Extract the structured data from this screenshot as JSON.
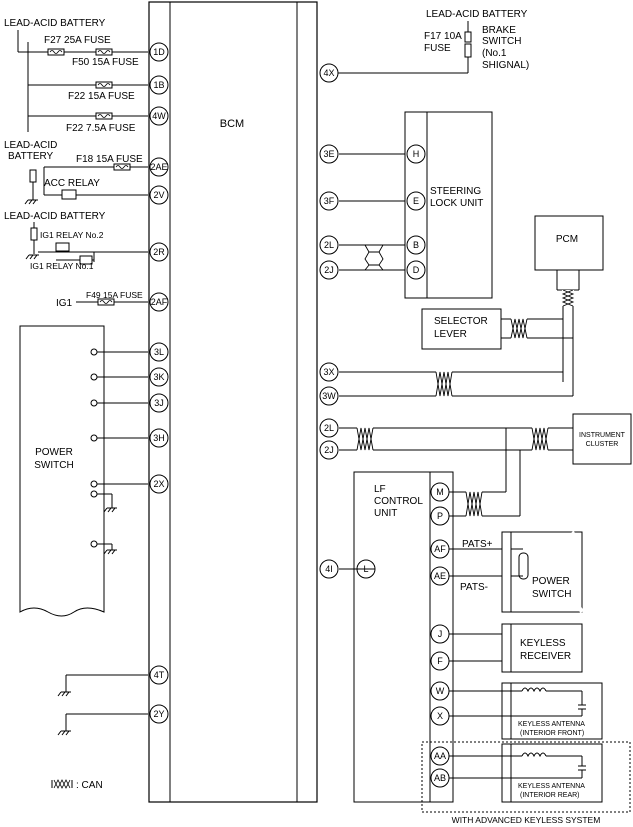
{
  "bcm": {
    "title": "BCM"
  },
  "left_supplies": {
    "battery_top": "LEAD-ACID BATTERY",
    "f27": "F27 25A FUSE",
    "f50": "F50 15A FUSE",
    "f22a": "F22 15A FUSE",
    "f22b": "F22 7.5A FUSE",
    "battery_mid_1": "LEAD-ACID",
    "battery_mid_2": "BATTERY",
    "f18": "F18 15A FUSE",
    "acc_relay": "ACC RELAY",
    "battery_ig": "LEAD-ACID BATTERY",
    "ig1_relay2": "IG1 RELAY No.2",
    "ig1_relay1": "IG1 RELAY No.1",
    "f49": "F49 15A FUSE",
    "ig1": "IG1"
  },
  "bcm_left_pins": [
    "1D",
    "1B",
    "4W",
    "2AE",
    "2V",
    "2R",
    "2AF",
    "3L",
    "3K",
    "3J",
    "3H",
    "2X",
    "4T",
    "2Y"
  ],
  "bcm_right_pins": [
    "4X",
    "3E",
    "3F",
    "2L",
    "2J",
    "3X",
    "3W",
    "2L",
    "2J",
    "4I"
  ],
  "power_switch_left": {
    "line1": "POWER",
    "line2": "SWITCH"
  },
  "brake": {
    "battery": "LEAD-ACID BATTERY",
    "fuse_1": "F17 10A",
    "fuse_2": "FUSE",
    "switch_1": "BRAKE",
    "switch_2": "SWITCH",
    "switch_3": "(No.1",
    "switch_4": "SHIGNAL)"
  },
  "steering_lock": {
    "line1": "STEERING",
    "line2": "LOCK UNIT",
    "pins": [
      "H",
      "E",
      "B",
      "D"
    ]
  },
  "pcm": {
    "title": "PCM"
  },
  "selector_lever": {
    "line1": "SELECTOR",
    "line2": "LEVER"
  },
  "instrument_cluster": {
    "line1": "INSTRUMENT",
    "line2": "CLUSTER"
  },
  "lf_control": {
    "line1": "LF",
    "line2": "CONTROL",
    "line3": "UNIT",
    "left_pin": "L",
    "pins": [
      "M",
      "P",
      "AF",
      "AE",
      "J",
      "F",
      "W",
      "X",
      "AA",
      "AB"
    ]
  },
  "pats": {
    "plus": "PATS+",
    "minus": "PATS-"
  },
  "power_switch_right": {
    "line1": "POWER",
    "line2": "SWITCH"
  },
  "keyless_receiver": {
    "line1": "KEYLESS",
    "line2": "RECEIVER"
  },
  "antenna_front": {
    "line1": "KEYLESS ANTENNA",
    "line2": "(INTERIOR FRONT)"
  },
  "antenna_rear": {
    "line1": "KEYLESS ANTENNA",
    "line2": "(INTERIOR REAR)"
  },
  "advanced": {
    "label": "WITH ADVANCED KEYLESS SYSTEM"
  },
  "legend": {
    "can": ": CAN"
  }
}
